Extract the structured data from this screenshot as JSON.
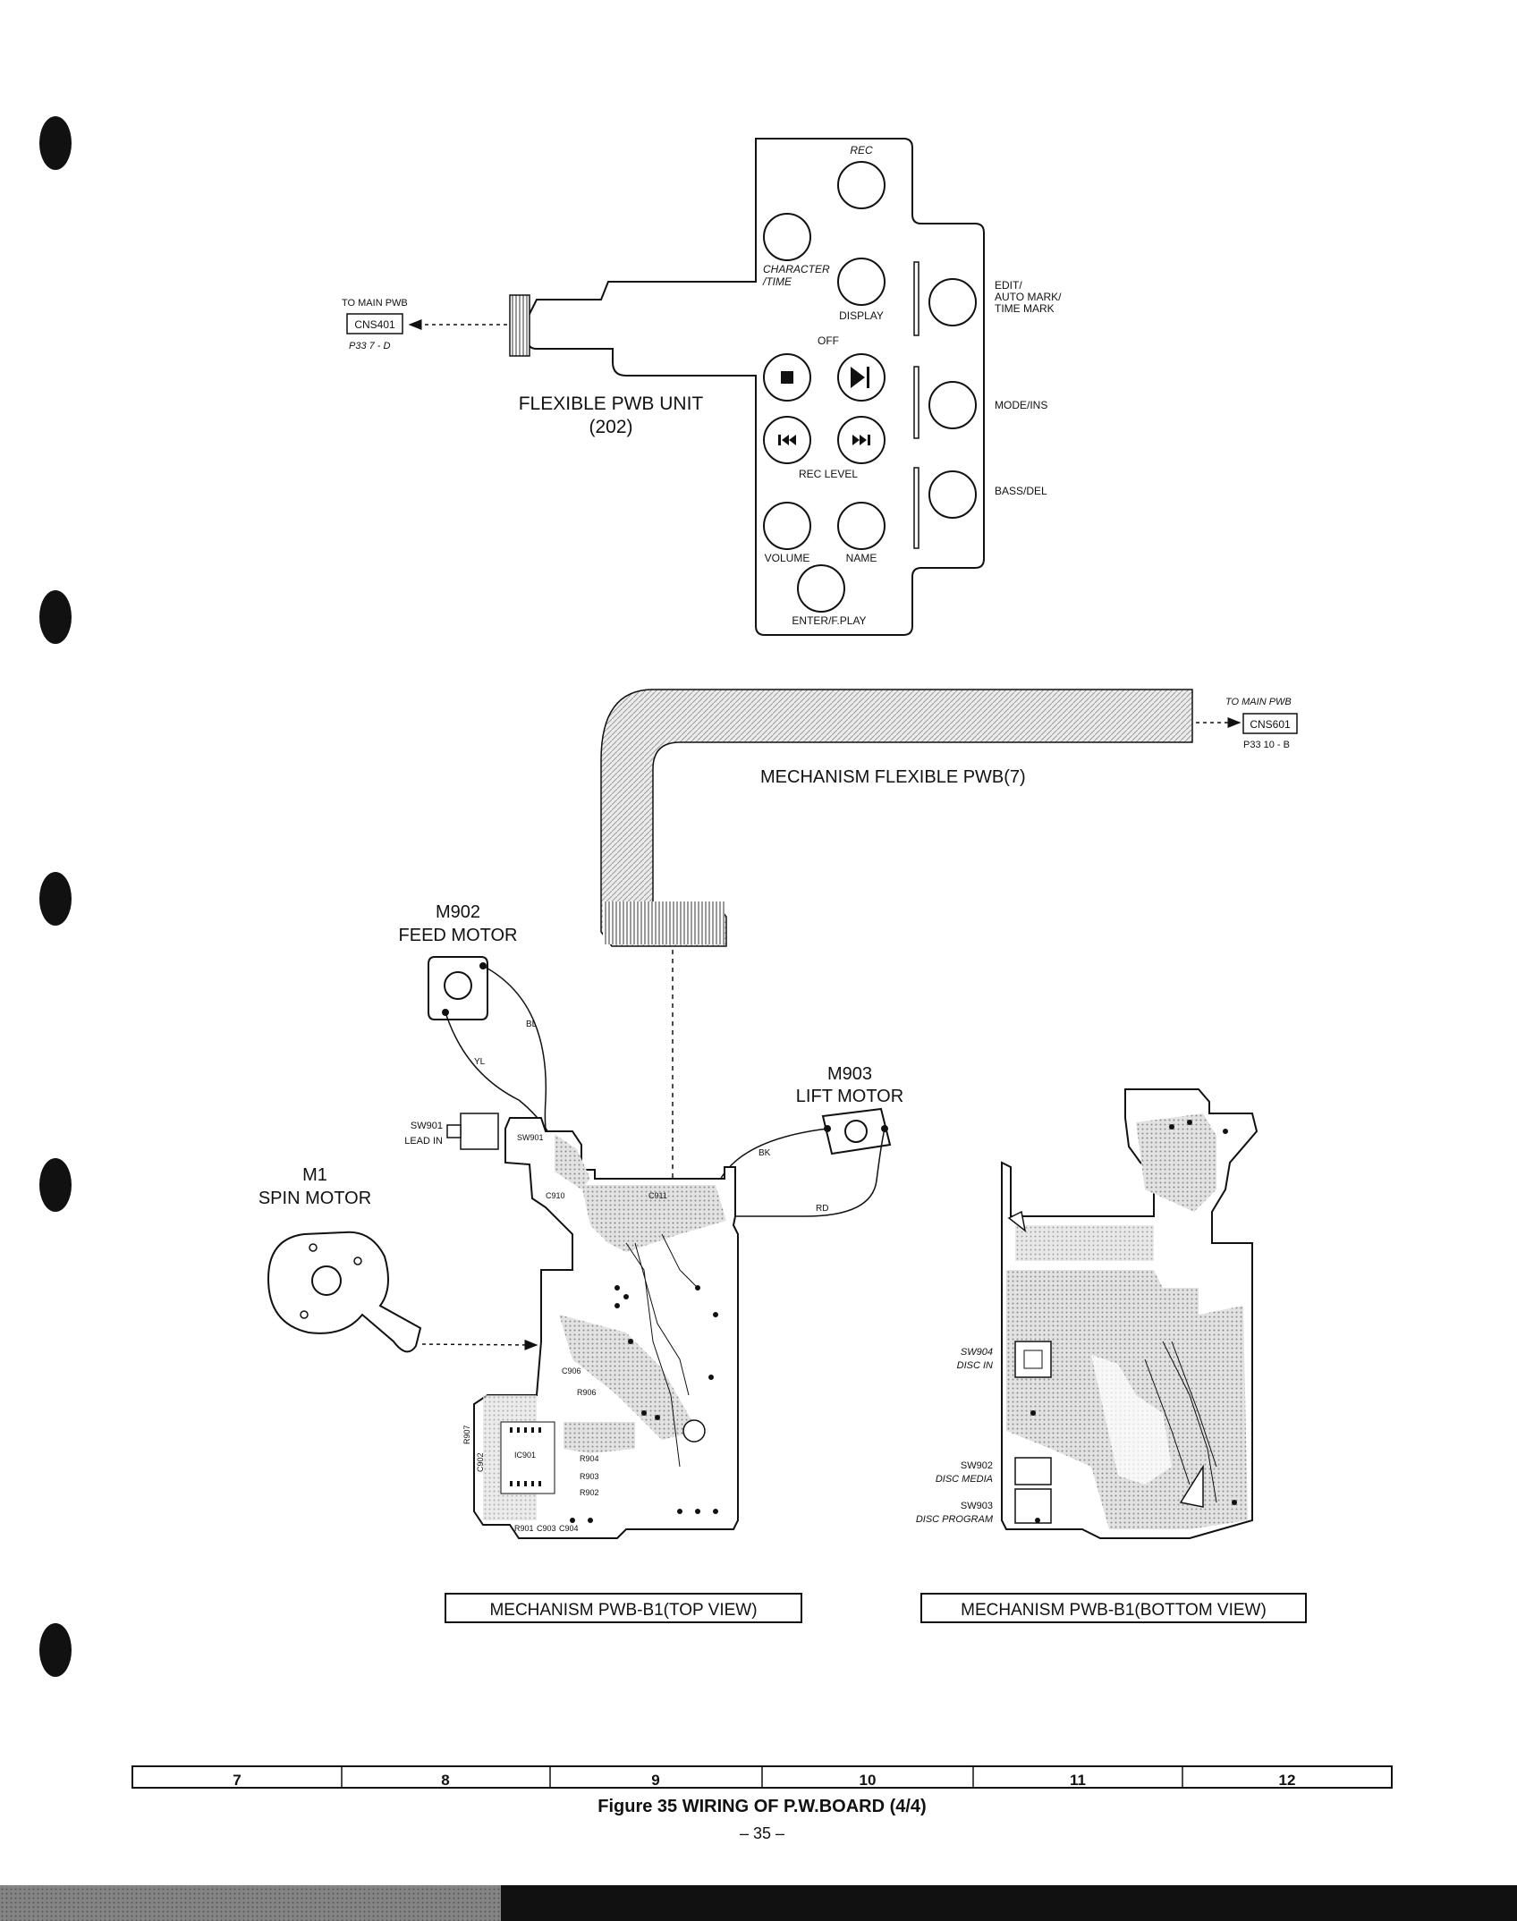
{
  "keypad": {
    "rec": "REC",
    "character_time_1": "CHARACTER",
    "character_time_2": "/TIME",
    "display": "DISPLAY",
    "edit_1": "EDIT/",
    "edit_2": "AUTO MARK/",
    "edit_3": "TIME MARK",
    "off": "OFF",
    "mode_ins": "MODE/INS",
    "rec_level": "REC LEVEL",
    "bass_del": "BASS/DEL",
    "volume": "VOLUME",
    "name": "NAME",
    "enter_fplay": "ENTER/F.PLAY"
  },
  "connector1": {
    "to": "TO MAIN PWB",
    "name": "CNS401",
    "ref": "P33  7 - D"
  },
  "flex_unit": {
    "line1": "FLEXIBLE PWB UNIT",
    "line2": "(202)"
  },
  "connector2": {
    "to": "TO MAIN PWB",
    "name": "CNS601",
    "ref": "P33  10 - B"
  },
  "mech_flex": "MECHANISM FLEXIBLE PWB(7)",
  "feed_motor": {
    "id": "M902",
    "label": "FEED MOTOR"
  },
  "lift_motor": {
    "id": "M903",
    "label": "LIFT MOTOR"
  },
  "spin_motor": {
    "id": "M1",
    "label": "SPIN MOTOR"
  },
  "wires": {
    "bl": "BL",
    "yl": "YL",
    "bk": "BK",
    "rd": "RD"
  },
  "switches": {
    "sw901": "SW901",
    "sw901_label": "LEAD IN",
    "sw904": "SW904",
    "sw904_label": "DISC IN",
    "sw902": "SW902",
    "sw902_label": "DISC MEDIA",
    "sw903": "SW903",
    "sw903_label": "DISC PROGRAM"
  },
  "parts": [
    "C910",
    "C911",
    "C906",
    "R906",
    "IC901",
    "R904",
    "R903",
    "R902",
    "R901",
    "C903",
    "C904",
    "C902",
    "R907",
    "SW901"
  ],
  "views": {
    "top": "MECHANISM PWB-B1(TOP VIEW)",
    "bottom": "MECHANISM PWB-B1(BOTTOM VIEW)"
  },
  "scale": [
    "7",
    "8",
    "9",
    "10",
    "11",
    "12"
  ],
  "caption": "Figure 35  WIRING OF P.W.BOARD (4/4)",
  "page_number": "– 35 –"
}
